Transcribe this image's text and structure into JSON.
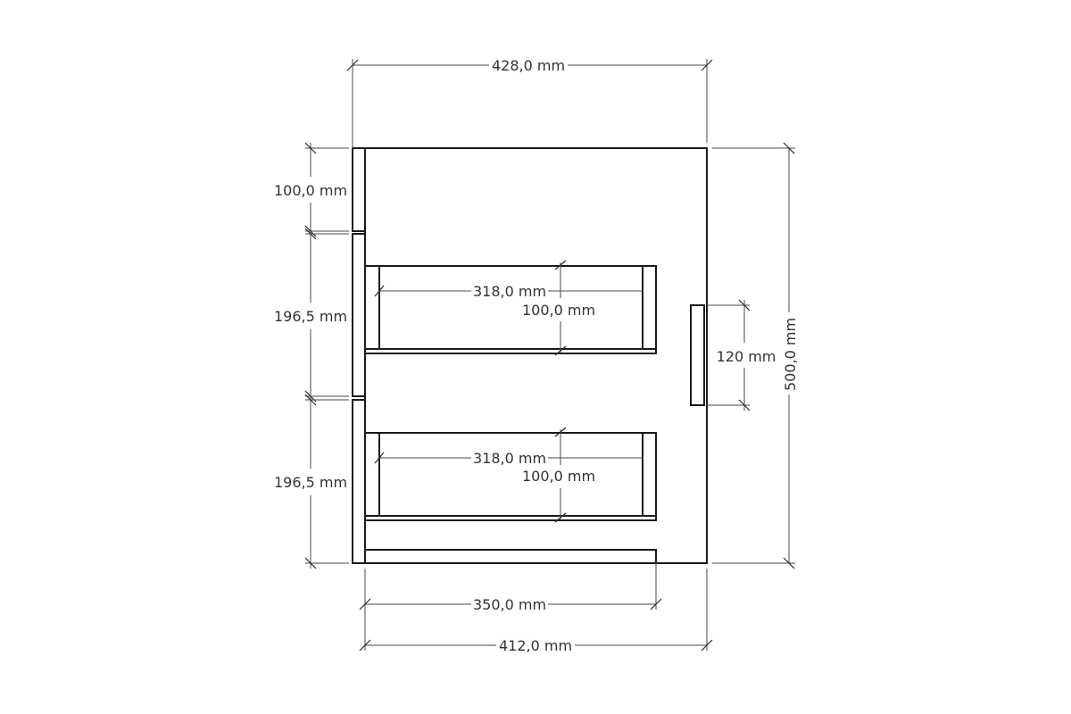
{
  "dimensions": {
    "overall_width": "428,0 mm",
    "overall_height": "500,0 mm",
    "front_top": "100,0 mm",
    "front_middle": "196,5 mm",
    "front_bottom": "196,5 mm",
    "handle": "120 mm",
    "drawer1_width": "318,0 mm",
    "drawer1_depth": "100,0 mm",
    "drawer2_width": "318,0 mm",
    "drawer2_depth": "100,0 mm",
    "shelf_width": "350,0 mm",
    "inner_width": "412,0 mm"
  }
}
